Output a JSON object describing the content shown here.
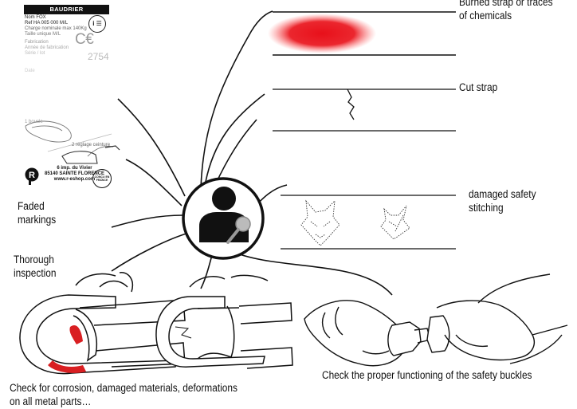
{
  "labels": {
    "burned": "Burned strap or traces\nof chemicals",
    "cut": "Cut strap",
    "stitching": "damaged safety\nstitching",
    "faded": "Faded\nmarkings",
    "thorough": "Thorough\ninspection",
    "corrosion": "Check for corrosion, damaged materials, deformations\non all metal parts…",
    "buckles": "Check the proper functioning of the safety buckles"
  },
  "tag": {
    "header": "BAUDRIER",
    "name_line": "Nom FOX",
    "ref_line": "Ref HA 005 000 M/L",
    "charge_line": "Charge nominale max 140Kg",
    "size_line": "Taille unique M/L",
    "fabrication": "Fabrication",
    "annee": "Année de fabrication",
    "serie": "Série / lot",
    "bottom": "Date",
    "ce_mark": "C€",
    "ce_number": "2754",
    "info_icon": "i ☰"
  },
  "belt_adjust": {
    "reglage": "2 réglage ceinture",
    "reglage_left": "1 boucle"
  },
  "address": {
    "street": "6 imp. du Vivier",
    "city": "85140 SAINTE FLORENCE",
    "url": "www.r-eshop.com",
    "badge": "CONÇU EN FRANCE"
  },
  "colors": {
    "burn": "#e8101a",
    "corrosion": "#d91f22",
    "ink": "#111111"
  }
}
